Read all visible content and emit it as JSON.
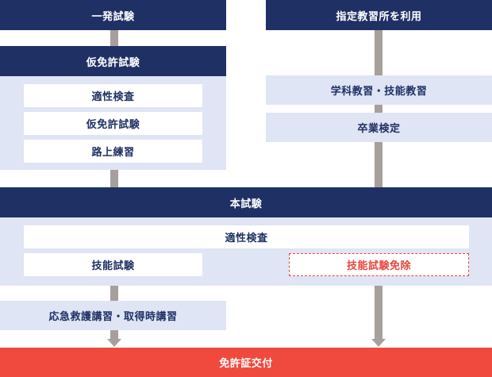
{
  "left_header": "一発試験",
  "right_header": "指定教習所を利用",
  "provisional": {
    "title": "仮免許試験",
    "steps": [
      "適性検査",
      "仮免許試験",
      "路上練習"
    ]
  },
  "school": {
    "lessons": "学科教習・技能教習",
    "graduation": "卒業検定"
  },
  "main_exam": {
    "title": "本試験",
    "aptitude": "適性検査",
    "skill_test": "技能試験",
    "skill_exempt": "技能試験免除"
  },
  "first_aid": "応急救護講習・取得時講習",
  "issuance": "免許証交付",
  "colors": {
    "navy": "#1f3164",
    "light_blue": "#dfe5f4",
    "connector": "#a79f9b",
    "accent_red": "#f04a3e"
  }
}
